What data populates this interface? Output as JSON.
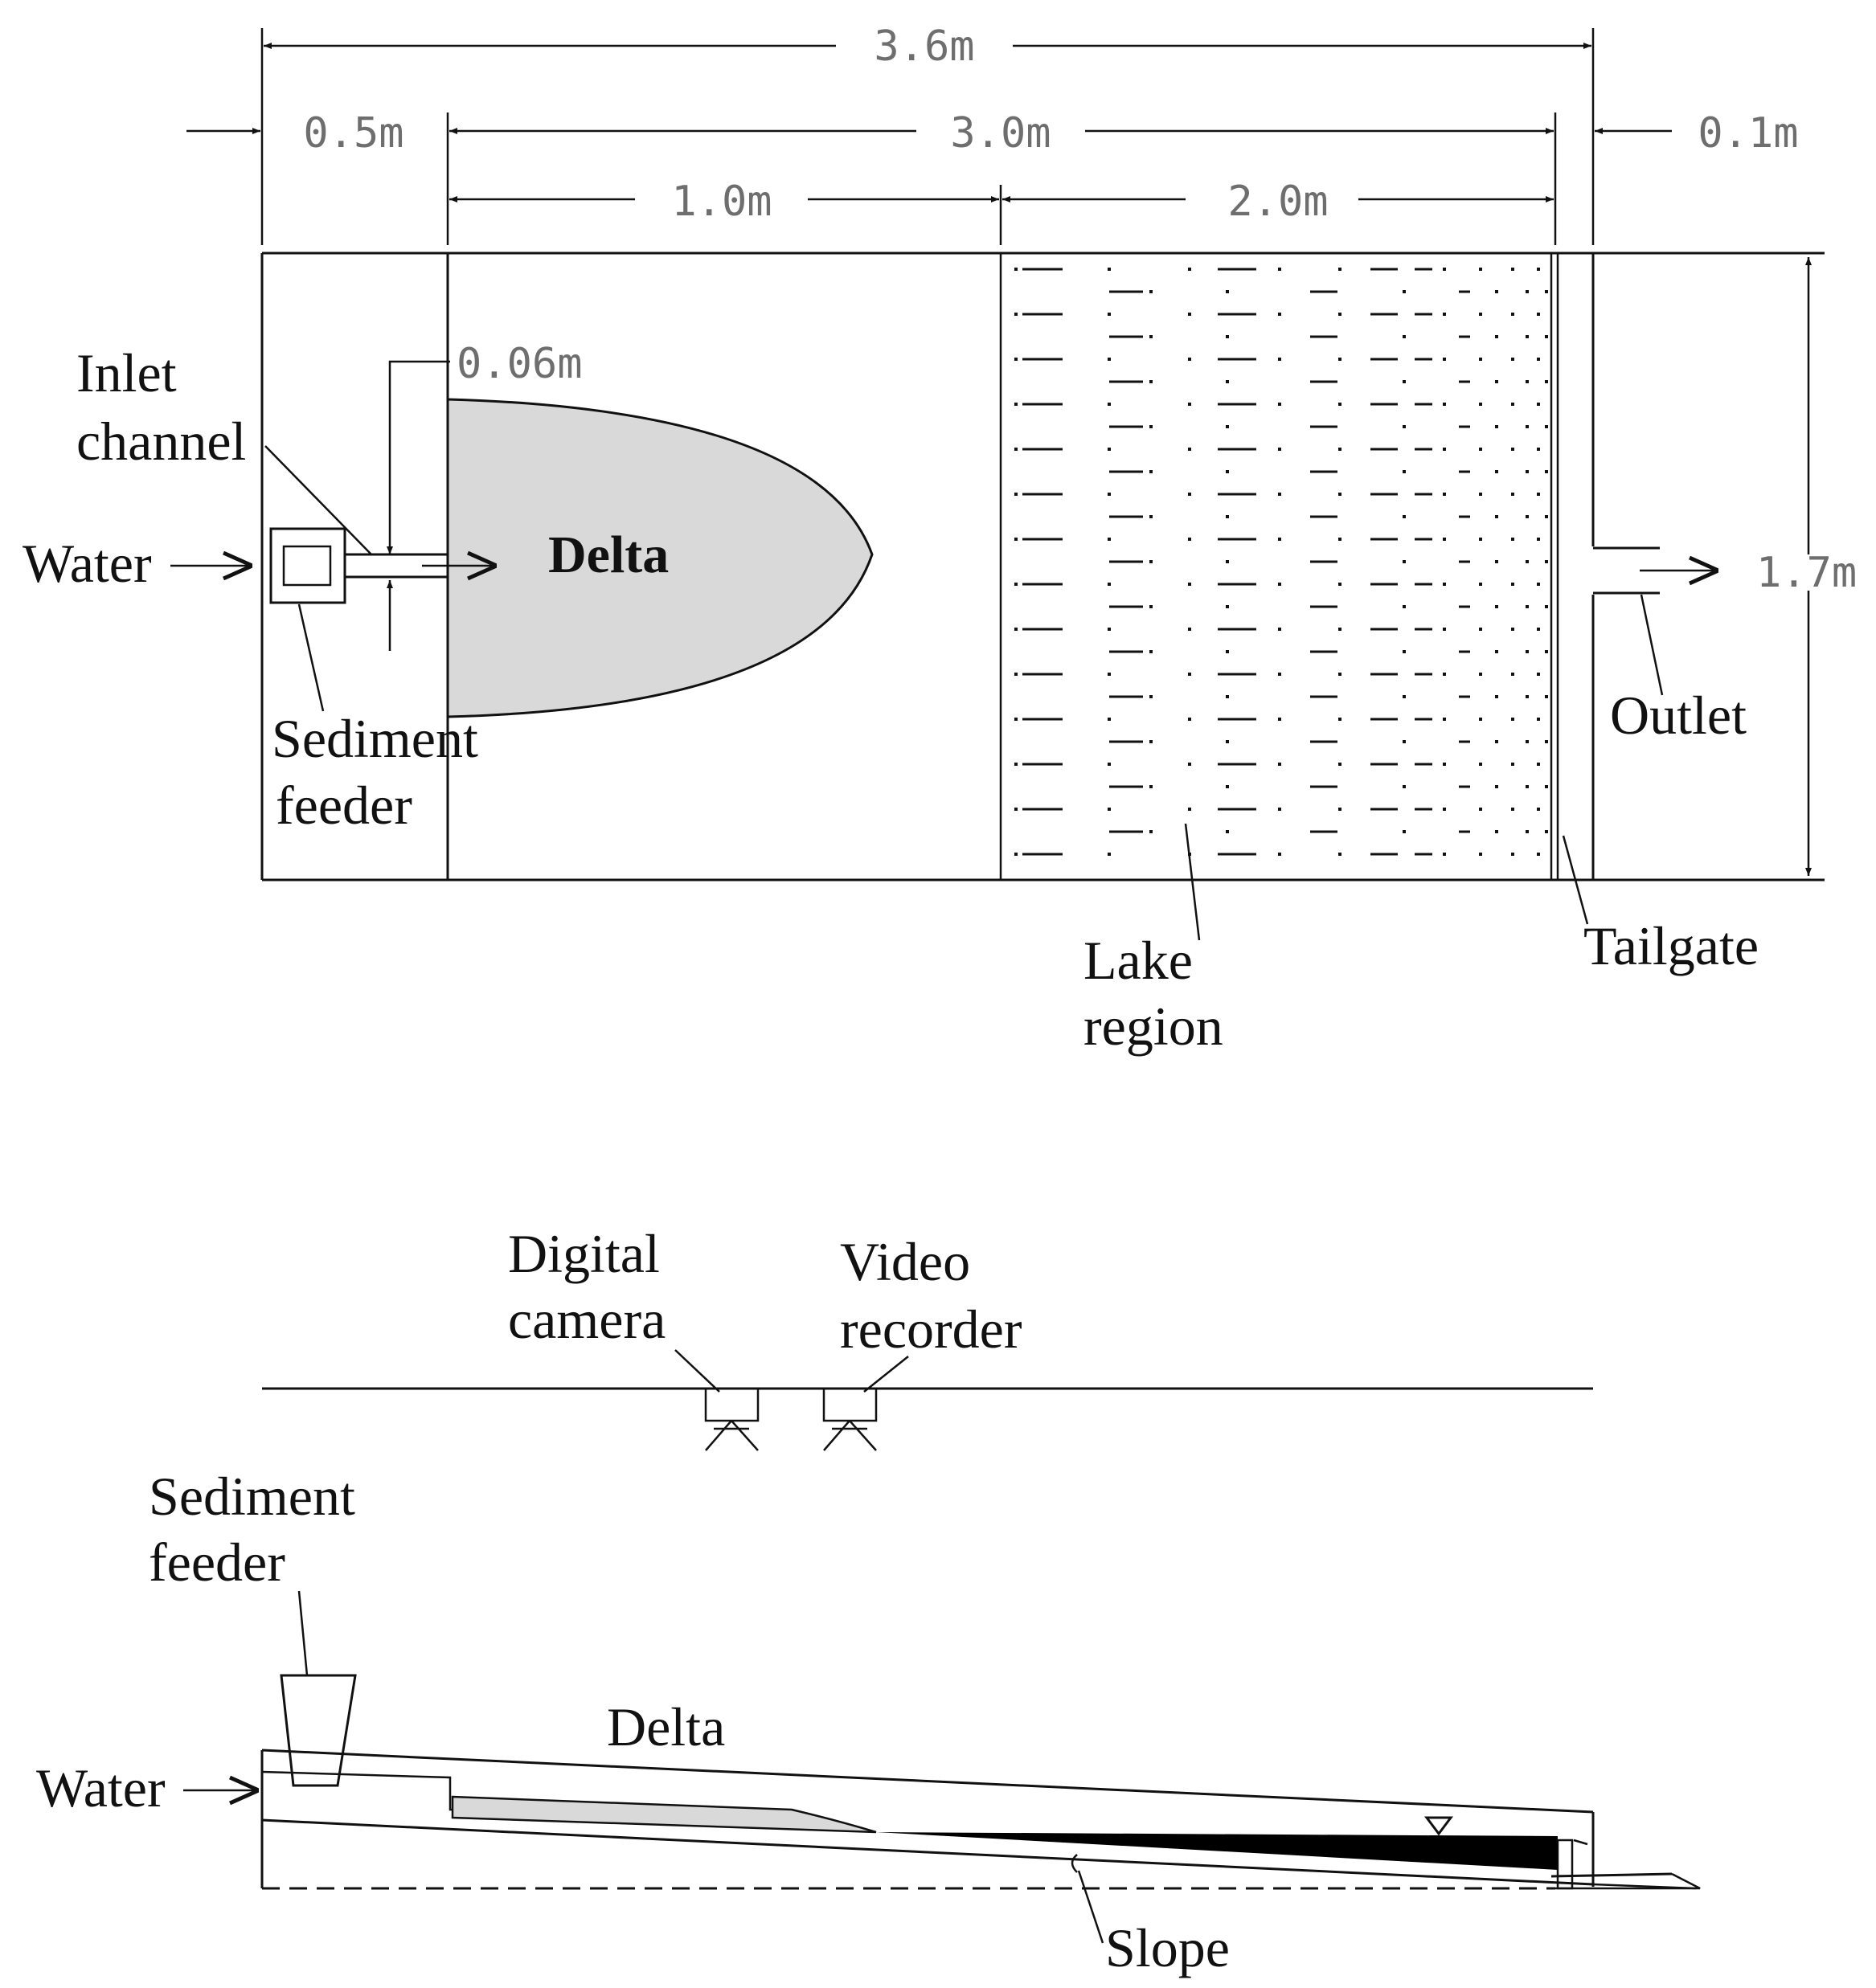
{
  "plan": {
    "dims": {
      "total_length": "3.6m",
      "inlet_length": "0.5m",
      "main_length": "3.0m",
      "delta_length": "1.0m",
      "lake_length": "2.0m",
      "outlet_length": "0.1m",
      "width": "1.7m",
      "inlet_width": "0.06m"
    },
    "labels": {
      "inlet_channel": [
        "Inlet",
        "channel"
      ],
      "water": "Water",
      "delta": "Delta",
      "sediment_feeder": [
        "Sediment",
        "feeder"
      ],
      "outlet": "Outlet",
      "lake_region": [
        "Lake",
        "region"
      ],
      "tailgate": "Tailgate"
    }
  },
  "profile": {
    "labels": {
      "digital_camera": [
        "Digital",
        "camera"
      ],
      "video_recorder": [
        "Video",
        "recorder"
      ],
      "sediment_feeder": [
        "Sediment",
        "feeder"
      ],
      "delta": "Delta",
      "water": "Water",
      "slope": "Slope"
    }
  },
  "colors": {
    "line": "#111111",
    "dimension_text": "#6e6e6e",
    "delta_fill": "#d9d9d9",
    "deposit_fill": "#000000"
  }
}
